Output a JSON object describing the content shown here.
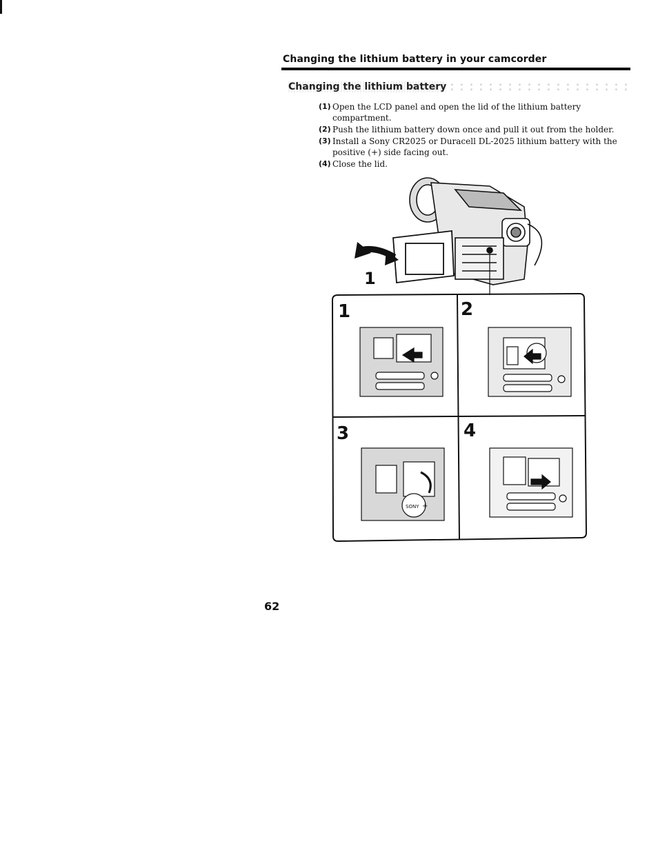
{
  "section_title": "Changing the lithium battery in your camcorder",
  "subheading": "Changing the lithium battery",
  "steps": [
    {
      "num": "(1)",
      "text": "Open the LCD panel and open the lid of the lithium battery compartment."
    },
    {
      "num": "(2)",
      "text": "Push the lithium battery down once and pull it out from the holder."
    },
    {
      "num": "(3)",
      "text": "Install a Sony CR2025 or Duracell DL-2025 lithium battery with the positive (+) side facing out."
    },
    {
      "num": "(4)",
      "text": "Close the lid."
    }
  ],
  "figure": {
    "callout_label": "1",
    "panel_labels": [
      "1",
      "2",
      "3",
      "4"
    ],
    "battery_text": "SONY",
    "battery_sign": "+"
  },
  "page_number": "62"
}
